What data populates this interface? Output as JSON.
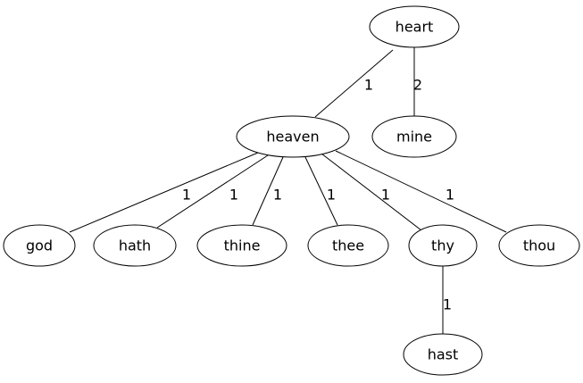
{
  "graph": {
    "nodes": [
      {
        "id": "heart",
        "label": "heart"
      },
      {
        "id": "heaven",
        "label": "heaven"
      },
      {
        "id": "mine",
        "label": "mine"
      },
      {
        "id": "god",
        "label": "god"
      },
      {
        "id": "hath",
        "label": "hath"
      },
      {
        "id": "thine",
        "label": "thine"
      },
      {
        "id": "thee",
        "label": "thee"
      },
      {
        "id": "thy",
        "label": "thy"
      },
      {
        "id": "thou",
        "label": "thou"
      },
      {
        "id": "hast",
        "label": "hast"
      }
    ],
    "edges": [
      {
        "from": "heart",
        "to": "heaven",
        "label": "1"
      },
      {
        "from": "heart",
        "to": "mine",
        "label": "2"
      },
      {
        "from": "heaven",
        "to": "god",
        "label": "1"
      },
      {
        "from": "heaven",
        "to": "hath",
        "label": "1"
      },
      {
        "from": "heaven",
        "to": "thine",
        "label": "1"
      },
      {
        "from": "heaven",
        "to": "thee",
        "label": "1"
      },
      {
        "from": "heaven",
        "to": "thy",
        "label": "1"
      },
      {
        "from": "heaven",
        "to": "thou",
        "label": "1"
      },
      {
        "from": "thy",
        "to": "hast",
        "label": "1"
      }
    ]
  }
}
